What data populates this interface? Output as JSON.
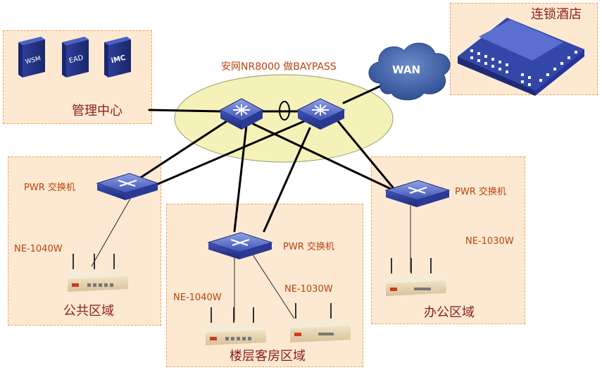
{
  "zones": {
    "management": {
      "title": "管理中心"
    },
    "hotel": {
      "title": "连锁酒店"
    },
    "public": {
      "title": "公共区域"
    },
    "floors": {
      "title": "楼层客房区域"
    },
    "office": {
      "title": "办公区域"
    }
  },
  "core": {
    "caption": "安网NR8000 做BAYPASS"
  },
  "wan": {
    "label": "WAN"
  },
  "servers": [
    {
      "label": "WSM"
    },
    {
      "label": "EAD"
    },
    {
      "label": "iMC"
    }
  ],
  "switches": {
    "public": {
      "label": "PWR 交换机"
    },
    "floors": {
      "label": "PWR 交换机"
    },
    "office": {
      "label": "PWR 交换机"
    }
  },
  "aps": {
    "public": {
      "label": "NE-1040W"
    },
    "floors_left": {
      "label": "NE-1040W"
    },
    "floors_right": {
      "label": "NE-1030W"
    },
    "office": {
      "label": "NE-1030W"
    }
  },
  "colors": {
    "zone_fill": "#fde9d2",
    "zone_border": "#f0a35a",
    "ellipse_fill": "#f4f2b8",
    "switch_blue": "#3c4fb0",
    "cloud_blue": "#3a5a9c",
    "label_orange": "#b8420e",
    "title_red": "#8b1d1d"
  }
}
